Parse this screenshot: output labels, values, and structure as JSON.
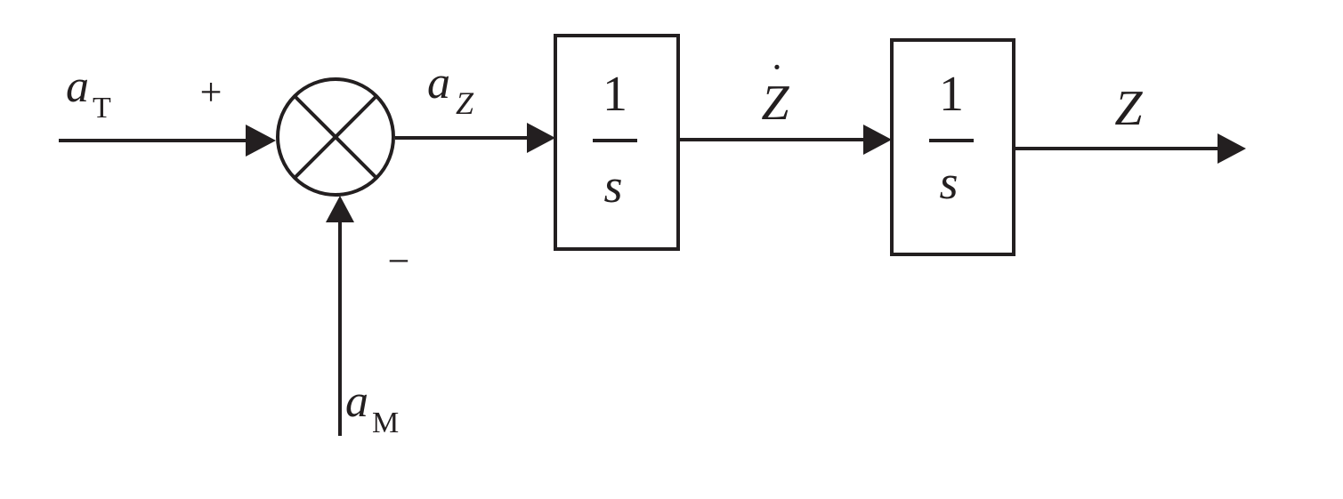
{
  "diagram": {
    "input_T": {
      "symbol": "a",
      "subscript": "T"
    },
    "input_M": {
      "symbol": "a",
      "subscript": "M"
    },
    "plus_sign": "+",
    "minus_sign": "−",
    "error_signal": {
      "symbol": "a",
      "subscript": "Z"
    },
    "block1": {
      "numerator": "1",
      "denominator": "s"
    },
    "block2": {
      "numerator": "1",
      "denominator": "s"
    },
    "mid_signal": {
      "symbol": "Z",
      "dot": "·"
    },
    "output_signal": {
      "symbol": "Z"
    },
    "colors": {
      "line": "#231f20",
      "background": "#ffffff"
    }
  }
}
